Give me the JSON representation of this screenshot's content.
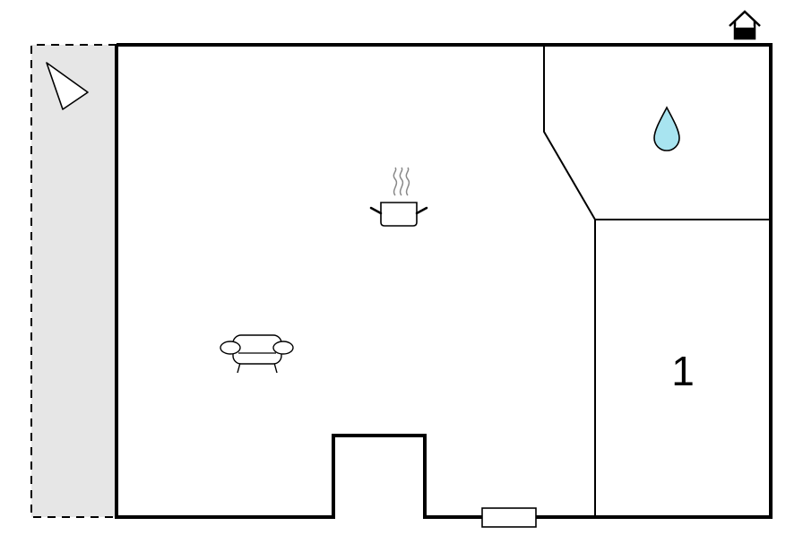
{
  "floorplan": {
    "rooms": [
      {
        "id": "living-kitchen",
        "icons": [
          "kitchen-pot-icon",
          "sofa-icon"
        ]
      },
      {
        "id": "bathroom",
        "icons": [
          "water-drop-icon"
        ]
      },
      {
        "id": "bedroom",
        "label": "1"
      }
    ],
    "terrace": {
      "icons": [
        "terrace-direction-icon"
      ]
    },
    "header": {
      "icons": [
        "house-entrance-icon"
      ]
    },
    "colors": {
      "wall": "#000000",
      "terrace_fill": "#e6e6e6",
      "water": "#a8e4f0",
      "steam": "#888888"
    }
  }
}
